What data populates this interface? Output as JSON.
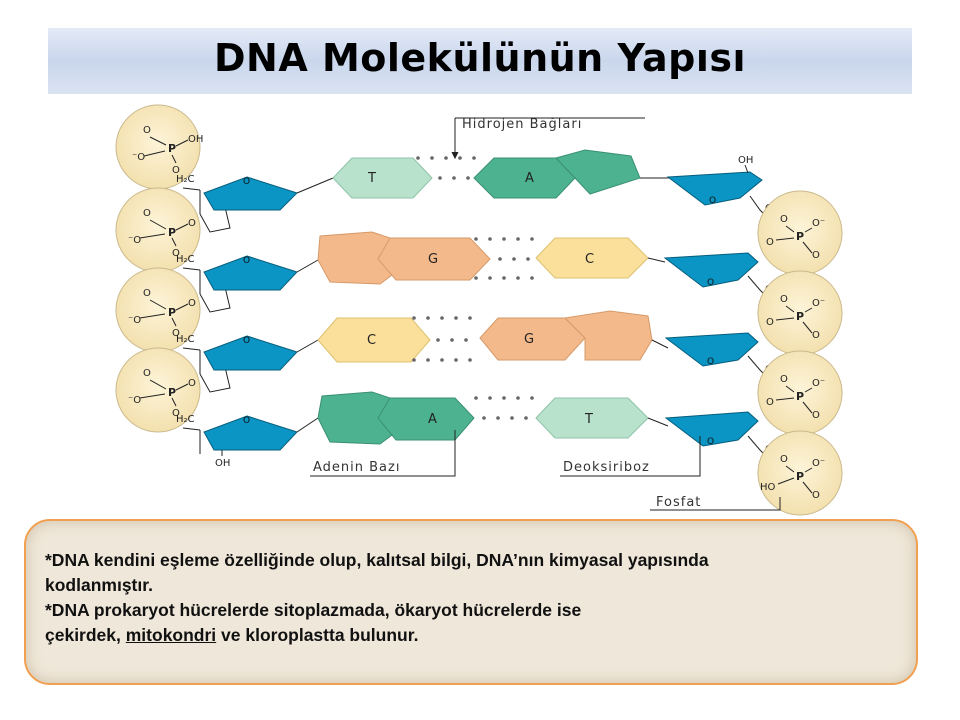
{
  "title": "DNA Molekülünün Yapısı",
  "labels": {
    "hydrogen": "Hidrojen Bağları",
    "adenine_base": "Adenin Bazı",
    "deoxyribose": "Deoksiriboz",
    "phosphate": "Fosfat"
  },
  "bases": {
    "row1": {
      "left": "T",
      "right": "A"
    },
    "row2": {
      "left": "G",
      "right": "C"
    },
    "row3": {
      "left": "C",
      "right": "G"
    },
    "row4": {
      "left": "A",
      "right": "T"
    }
  },
  "chem": {
    "P": "P",
    "O": "O",
    "OH": "OH",
    "HO": "HO",
    "O_minus": "O⁻",
    "minus_O": "⁻O",
    "H2C": "H₂C",
    "CH2": "CH₂"
  },
  "colors": {
    "sugar": "#0a95c4",
    "phosphate": "#f8e9bf",
    "thymine": "#b8e2cc",
    "adenine": "#4db28f",
    "guanine": "#f4b98a",
    "cytosine": "#fbe09c",
    "title_bg": "#d0dbee",
    "box_border": "#f0a050",
    "box_bg": "#efe7d9"
  },
  "info": {
    "line1": "*DNA kendini eşleme özelliğinde olup, kalıtsal bilgi, DNA’nın kimyasal yapısında",
    "line2": "kodlanmıştır.",
    "line3": "*DNA prokaryot hücrelerde sitoplazmada, ökaryot hücrelerde ise",
    "line4_pre": "çekirdek, ",
    "line4_underlined": "mitokondri",
    "line4_post": " ve kloroplastta bulunur."
  }
}
